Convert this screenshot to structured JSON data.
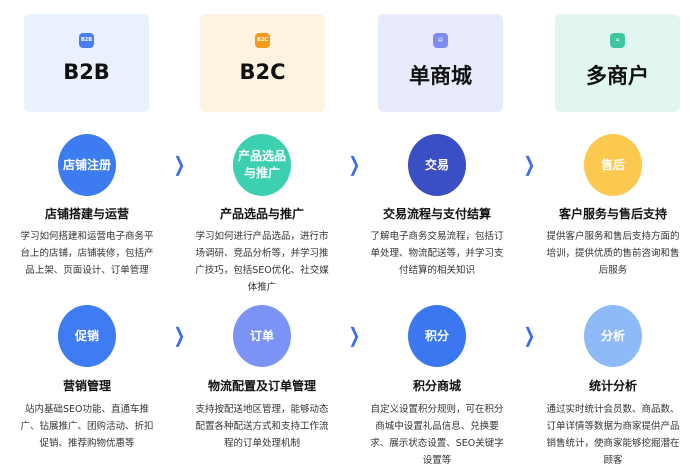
{
  "categories": [
    {
      "label": "B2B",
      "icon": "b2b-icon",
      "icon_text": "B2B",
      "bg": "#e8f1fd",
      "icon_color": "#4a7ef0"
    },
    {
      "label": "B2C",
      "icon": "b2c-icon",
      "icon_text": "B2C",
      "bg": "#fdf3e0",
      "icon_color": "#f29a1c"
    },
    {
      "label": "单商城",
      "icon": "store-icon",
      "icon_text": "▤",
      "bg": "#e8ebfb",
      "icon_color": "#7c8cf0"
    },
    {
      "label": "多商户",
      "icon": "home-icon",
      "icon_text": "⌂",
      "bg": "#e2f6f1",
      "icon_color": "#3cc7a0"
    }
  ],
  "steps_row1": [
    {
      "circle": "店铺注册",
      "color": "#3d7cf0",
      "title": "店铺搭建与运营",
      "desc": "学习如何搭建和运营电子商务平台上的店铺，店铺装修，包括产品上架、页面设计、订单管理"
    },
    {
      "circle": "产品选品与推广",
      "color": "#3ccfb0",
      "title": "产品选品与推广",
      "desc": "学习如何进行产品选品，进行市场调研、竞品分析等，并学习推广技巧，包括SEO优化、社交媒体推广"
    },
    {
      "circle": "交易",
      "color": "#3a4fc4",
      "title": "交易流程与支付结算",
      "desc": "了解电子商务交易流程，包括订单处理、物流配送等，并学习支付结算的相关知识"
    },
    {
      "circle": "售后",
      "color": "#fbc850",
      "title": "客户服务与售后支持",
      "desc": "提供客户服务和售后支持方面的培训，提供优质的售前咨询和售后服务"
    }
  ],
  "steps_row2": [
    {
      "circle": "促销",
      "color": "#3f7bf2",
      "title": "营销管理",
      "desc": "站内基础SEO功能、直通车推广、钻展推广、团购活动、折扣促销、推荐购物优惠等"
    },
    {
      "circle": "订单",
      "color": "#7b93f5",
      "title": "物流配置及订单管理",
      "desc": "支持按配送地区管理，能够动态配置各种配送方式和支持工作流程的订单处理机制"
    },
    {
      "circle": "积分",
      "color": "#3b78f0",
      "title": "积分商城",
      "desc": "自定义设置积分规则，可在积分商城中设置礼品信息、兑换要求、展示状态设置、SEO关键字设置等"
    },
    {
      "circle": "分析",
      "color": "#8fbaf8",
      "title": "统计分析",
      "desc": "通过实时统计会员数、商品数、订单详情等数据为商家提供产品销售统计，使商家能够挖掘潜在顾客"
    }
  ],
  "arrow_glyph": "❯"
}
